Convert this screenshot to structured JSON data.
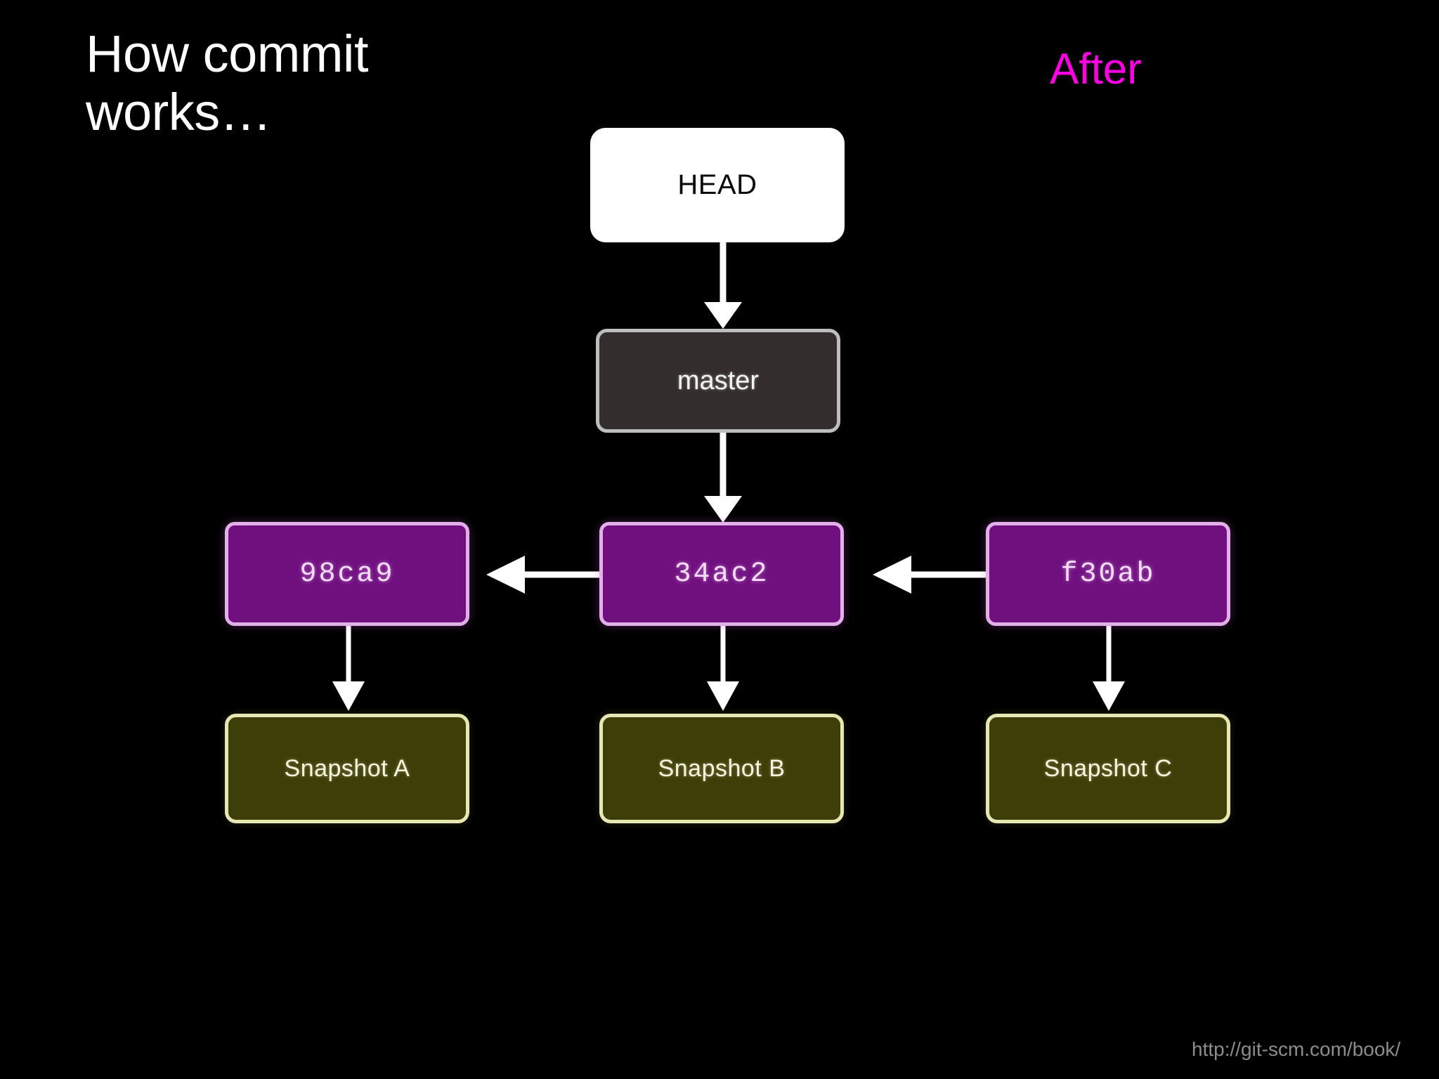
{
  "slide": {
    "background_color": "#000000",
    "title": "How commit works…",
    "stage_label": "After",
    "stage_label_color": "#ff00e4",
    "footer_url": "http://git-scm.com/book/"
  },
  "diagram": {
    "type": "git-commit-graph",
    "head": {
      "label": "HEAD",
      "fill": "#ffffff",
      "text_color": "#0a0a0a"
    },
    "branch": {
      "label": "master",
      "fill": "#332d2d",
      "border": "#bdbdbd",
      "text_color": "#f2f2f2"
    },
    "commits": [
      {
        "label": "98ca9",
        "fill": "#70107f",
        "border": "#e3afe8",
        "text_color": "#f7ddfa"
      },
      {
        "label": "34ac2",
        "fill": "#70107f",
        "border": "#e3afe8",
        "text_color": "#f7ddfa"
      },
      {
        "label": "f30ab",
        "fill": "#70107f",
        "border": "#e3afe8",
        "text_color": "#f7ddfa"
      }
    ],
    "snapshots": [
      {
        "label": "Snapshot A",
        "fill": "#3e3e08",
        "border": "#e7e7b4",
        "text_color": "#f5f5e0"
      },
      {
        "label": "Snapshot B",
        "fill": "#3e3e08",
        "border": "#e7e7b4",
        "text_color": "#f5f5e0"
      },
      {
        "label": "Snapshot C",
        "fill": "#3e3e08",
        "border": "#e7e7b4",
        "text_color": "#f5f5e0"
      }
    ],
    "edges": [
      {
        "from": "HEAD",
        "to": "master",
        "direction": "down"
      },
      {
        "from": "master",
        "to": "34ac2",
        "direction": "down"
      },
      {
        "from": "34ac2",
        "to": "98ca9",
        "direction": "left"
      },
      {
        "from": "f30ab",
        "to": "34ac2",
        "direction": "left"
      },
      {
        "from": "98ca9",
        "to": "Snapshot A",
        "direction": "down"
      },
      {
        "from": "34ac2",
        "to": "Snapshot B",
        "direction": "down"
      },
      {
        "from": "f30ab",
        "to": "Snapshot C",
        "direction": "down"
      }
    ],
    "arrow_color": "#ffffff"
  }
}
